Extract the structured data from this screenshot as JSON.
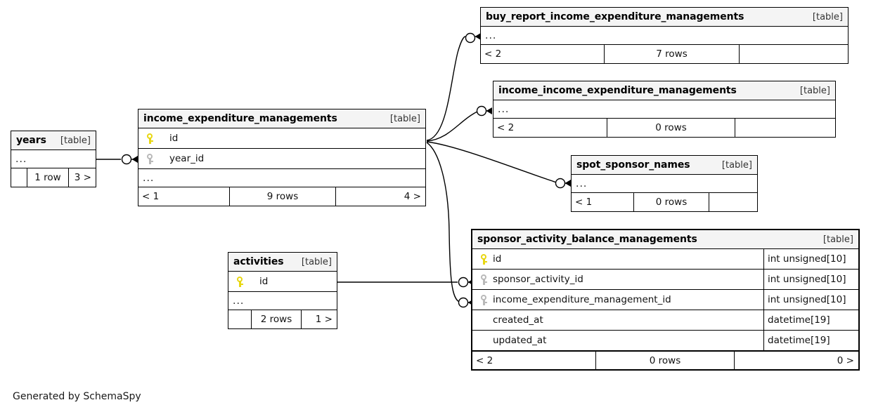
{
  "diagram": {
    "credit": "Generated by SchemaSpy",
    "table_tag": "[table]",
    "ellipsis": "...",
    "icons": {
      "primary_key": "key-icon-primary",
      "foreign_key": "key-icon-foreign",
      "relation_endpoint": "crowsfoot-arrow-icon"
    }
  },
  "tables": [
    {
      "id": "years",
      "name": "years",
      "tag": "[table]",
      "columns": [],
      "ellipsis": "...",
      "footer": {
        "left": "",
        "center": "1 row",
        "right": "3 >"
      }
    },
    {
      "id": "income_expenditure_managements",
      "name": "income_expenditure_managements",
      "tag": "[table]",
      "columns": [
        {
          "key": "pk",
          "name": "id",
          "type": ""
        },
        {
          "key": "fk",
          "name": "year_id",
          "type": ""
        }
      ],
      "ellipsis": "...",
      "footer": {
        "left": "< 1",
        "center": "9 rows",
        "right": "4 >"
      }
    },
    {
      "id": "buy_report_income_expenditure_managements",
      "name": "buy_report_income_expenditure_managements",
      "tag": "[table]",
      "columns": [],
      "ellipsis": "...",
      "footer": {
        "left": "< 2",
        "center": "7 rows",
        "right": ""
      }
    },
    {
      "id": "income_income_expenditure_managements",
      "name": "income_income_expenditure_managements",
      "tag": "[table]",
      "columns": [],
      "ellipsis": "...",
      "footer": {
        "left": "< 2",
        "center": "0 rows",
        "right": ""
      }
    },
    {
      "id": "spot_sponsor_names",
      "name": "spot_sponsor_names",
      "tag": "[table]",
      "columns": [],
      "ellipsis": "...",
      "footer": {
        "left": "< 1",
        "center": "0 rows",
        "right": ""
      }
    },
    {
      "id": "activities",
      "name": "activities",
      "tag": "[table]",
      "columns": [
        {
          "key": "pk",
          "name": "id",
          "type": ""
        }
      ],
      "ellipsis": "...",
      "footer": {
        "left": "",
        "center": "2 rows",
        "right": "1 >"
      }
    },
    {
      "id": "sponsor_activity_balance_managements",
      "name": "sponsor_activity_balance_managements",
      "tag": "[table]",
      "focus": true,
      "columns": [
        {
          "key": "pk",
          "name": "id",
          "type": "int unsigned[10]"
        },
        {
          "key": "fk",
          "name": "sponsor_activity_id",
          "type": "int unsigned[10]"
        },
        {
          "key": "fk",
          "name": "income_expenditure_management_id",
          "type": "int unsigned[10]"
        },
        {
          "key": "none",
          "name": "created_at",
          "type": "datetime[19]"
        },
        {
          "key": "none",
          "name": "updated_at",
          "type": "datetime[19]"
        }
      ],
      "footer": {
        "left": "< 2",
        "center": "0 rows",
        "right": "0 >"
      }
    }
  ],
  "relationships": [
    {
      "from": "years",
      "to": "income_expenditure_managements"
    },
    {
      "from": "income_expenditure_managements",
      "to": "buy_report_income_expenditure_managements"
    },
    {
      "from": "income_expenditure_managements",
      "to": "income_income_expenditure_managements"
    },
    {
      "from": "income_expenditure_managements",
      "to": "spot_sponsor_names"
    },
    {
      "from": "income_expenditure_managements",
      "to": "sponsor_activity_balance_managements"
    },
    {
      "from": "activities",
      "to": "sponsor_activity_balance_managements"
    }
  ],
  "colors": {
    "primary_key": "#e8d712",
    "foreign_key": "#b9b9b9",
    "title_bg": "#f4f4f4",
    "border": "#000000",
    "background": "#ffffff"
  }
}
